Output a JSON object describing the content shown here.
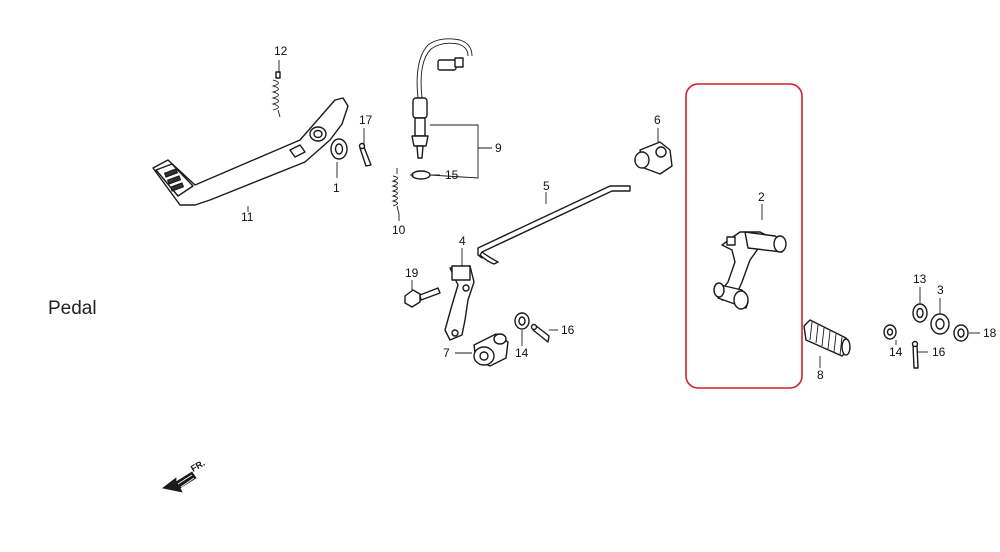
{
  "title": "Pedal",
  "direction_label": "FR.",
  "highlight_color": "#d0202a",
  "callouts": {
    "c1": "1",
    "c2": "2",
    "c3": "3",
    "c4": "4",
    "c5": "5",
    "c6": "6",
    "c7": "7",
    "c8": "8",
    "c9": "9",
    "c10": "10",
    "c11": "11",
    "c12": "12",
    "c13": "13",
    "c14a": "14",
    "c14b": "14",
    "c15": "15",
    "c16a": "16",
    "c16b": "16",
    "c17": "17",
    "c18": "18",
    "c19": "19"
  }
}
